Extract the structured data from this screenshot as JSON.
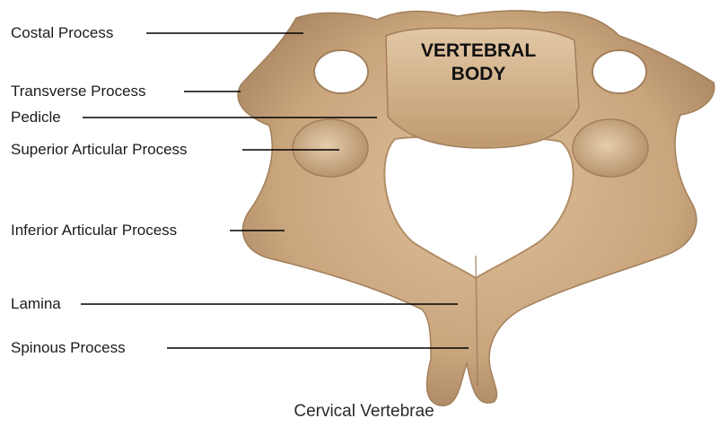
{
  "diagram": {
    "title": "Cervical Vertebrae",
    "body_label": [
      "VERTEBRAL",
      "BODY"
    ],
    "labels": {
      "costal": "Costal Process",
      "transverse": "Transverse Process",
      "pedicle": "Pedicle",
      "superior_articular": "Superior Articular Process",
      "inferior_articular": "Inferior Articular Process",
      "lamina": "Lamina",
      "spinous": "Spinous Process"
    },
    "colors": {
      "bone": "#c9a57d",
      "bone_light": "#ddc09c",
      "bone_dark": "#9c7a55",
      "line": "#000000"
    }
  }
}
